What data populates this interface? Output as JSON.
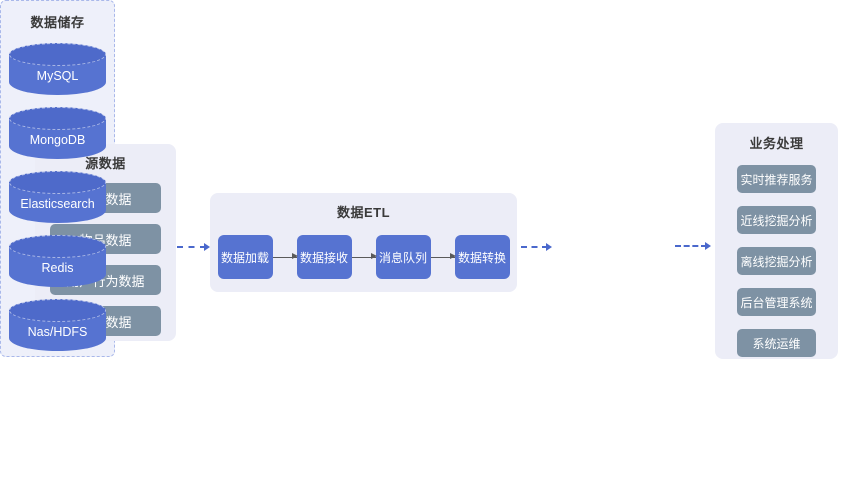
{
  "source_panel": {
    "title": "源数据",
    "items": [
      "用户数据",
      "物品数据",
      "用户行为数据",
      "其他数据"
    ]
  },
  "etl_panel": {
    "title": "数据ETL",
    "steps": [
      "数据加载",
      "数据接收",
      "消息队列",
      "数据转换"
    ]
  },
  "storage_panel": {
    "title": "数据储存",
    "databases": [
      "MySQL",
      "MongoDB",
      "Elasticsearch",
      "Redis",
      "Nas/HDFS"
    ]
  },
  "business_panel": {
    "title": "业务处理",
    "services": [
      "实时推荐服务",
      "近线挖掘分析",
      "离线挖掘分析",
      "后台管理系统",
      "系统运维"
    ]
  },
  "colors": {
    "panel_bg": "#ecedf7",
    "storage_bg": "#eef0fa",
    "gray_box": "#7e92a4",
    "blue_node": "#5673d1",
    "blue_node_top": "#4e6aca",
    "storage_dashed_border": "#a9b8ea",
    "connector_arrow": "#4a68cc"
  }
}
